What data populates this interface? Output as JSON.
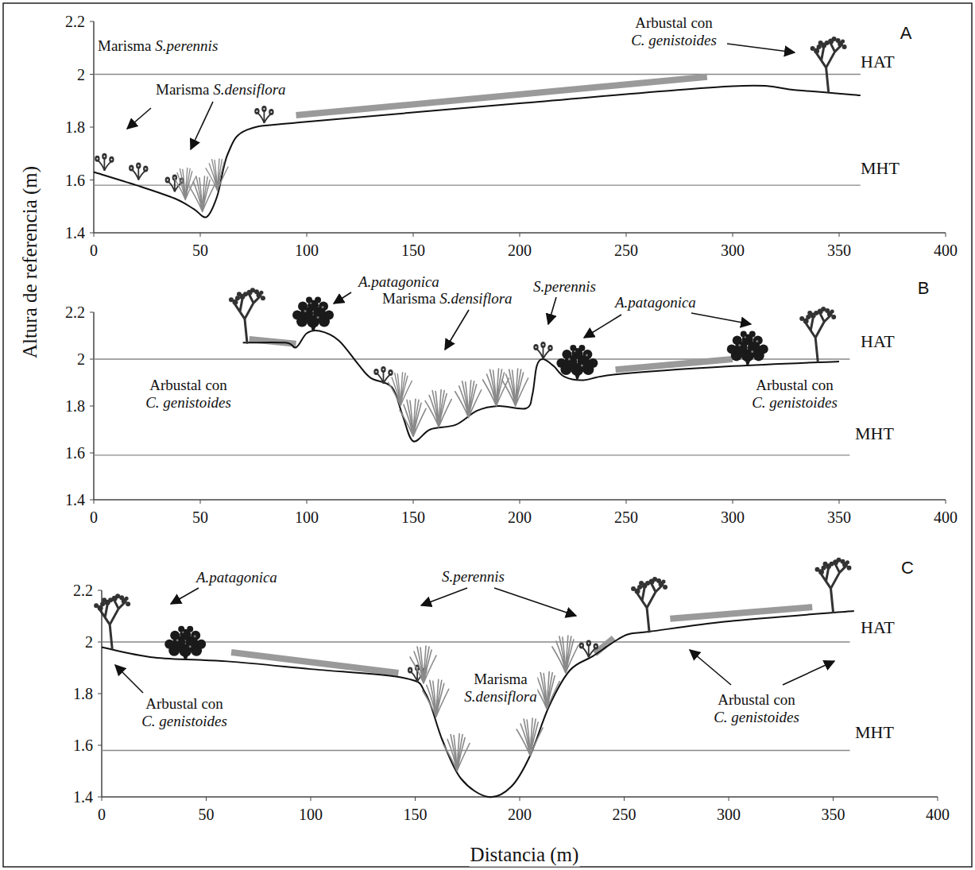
{
  "diagram": {
    "labels": [
      "Arbustal con C. genistoides",
      "A",
      "Marisma S.perennis",
      "Marisma S.densiflora",
      "HAT",
      "MHT",
      "2.2",
      "2",
      "1.8",
      "1.6",
      "1.4",
      "0",
      "50",
      "100",
      "150",
      "200",
      "250",
      "300",
      "350",
      "400",
      "A.patagonica",
      "S.perennis",
      "Marisma S.densiflora",
      "A.patagonica",
      "B",
      "HAT",
      "Arbustal con C. genistoides",
      "Arbustal con C. genistoides",
      "MHT",
      "2.2",
      "2",
      "1.8",
      "1.6",
      "1.4",
      "0",
      "50",
      "100",
      "150",
      "200",
      "250",
      "300",
      "350",
      "400",
      "C",
      "A.patagonica",
      "S.perennis",
      "Marisma S.densiflora",
      "HAT",
      "Arbustal con C. genistoides",
      "Arbustal con C. genistoides",
      "MHT",
      "2.2",
      "2",
      "1.8",
      "1.6",
      "1.4",
      "0",
      "50",
      "100",
      "150",
      "200",
      "250",
      "300",
      "350",
      "400",
      "Altura de referencia (m)",
      "Distancia (m)"
    ]
  }
}
